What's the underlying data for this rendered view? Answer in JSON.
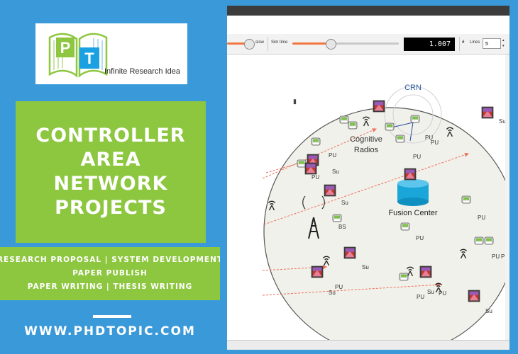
{
  "logo": {
    "letters": [
      "P",
      "T"
    ],
    "text": "Infinite Research Idea",
    "colors": {
      "p_square": "#8dc63f",
      "t_square": "#1ba1e2"
    }
  },
  "title": {
    "lines": [
      "CONTROLLER",
      "AREA",
      "NETWORK",
      "PROJECTS"
    ]
  },
  "services": {
    "lines": [
      "RESEARCH PROPOSAL | SYSTEM DEVELOPMENT",
      "PAPER PUBLISH",
      "PAPER WRITING | THESIS WRITING"
    ]
  },
  "website": "WWW.PHDTOPIC.COM",
  "colors": {
    "panel_blue": "#3a9ad9",
    "panel_green": "#8dc63f",
    "arrow_red": "#f0705f"
  },
  "simulator": {
    "toolbar": {
      "speed_label": "slow",
      "sim_time_label": "Sim time",
      "lcd_value": "1.007",
      "lines_label": "Lines",
      "lines_value": "5",
      "speed_fraction": 0.85,
      "sim_time_fraction": 0.35
    },
    "diagram": {
      "crn_label": "CRN",
      "cognitive_label": "Cognitive",
      "radios_label": "Radios",
      "fusion_label": "Fusion Center",
      "labels": {
        "su": "Su",
        "pu": "PU",
        "bs": "BS"
      }
    }
  }
}
